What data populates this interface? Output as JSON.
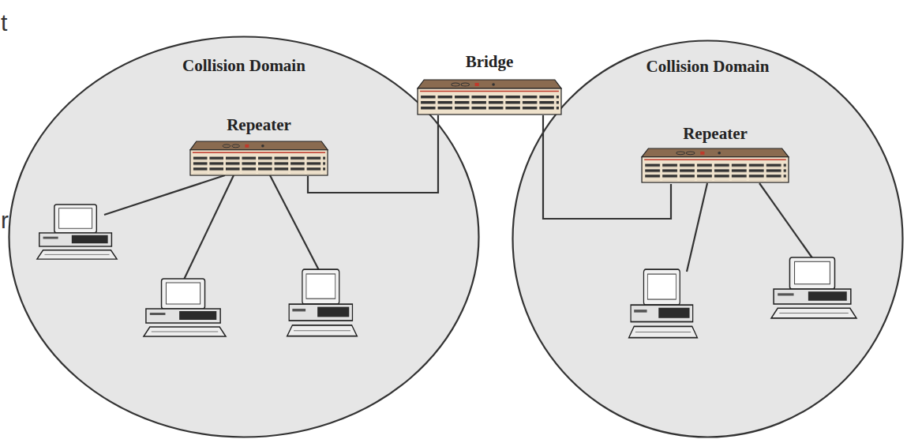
{
  "diagram": {
    "nodes": [
      {
        "text": [
          "Collision Domain"
        ]
      },
      {
        "text": [
          "Repeater"
        ],
        "in": 0
      },
      {
        "text": [
          "Bridge"
        ]
      },
      {
        "text": [
          "Collision Domain"
        ]
      },
      {
        "text": [
          "Repeater"
        ],
        "in": 3
      }
    ],
    "edges": [
      {
        "from": 1,
        "to": 2,
        "arrow": "none"
      },
      {
        "from": 2,
        "to": 4,
        "arrow": "none"
      }
    ],
    "labels": [
      "t",
      "r"
    ]
  }
}
